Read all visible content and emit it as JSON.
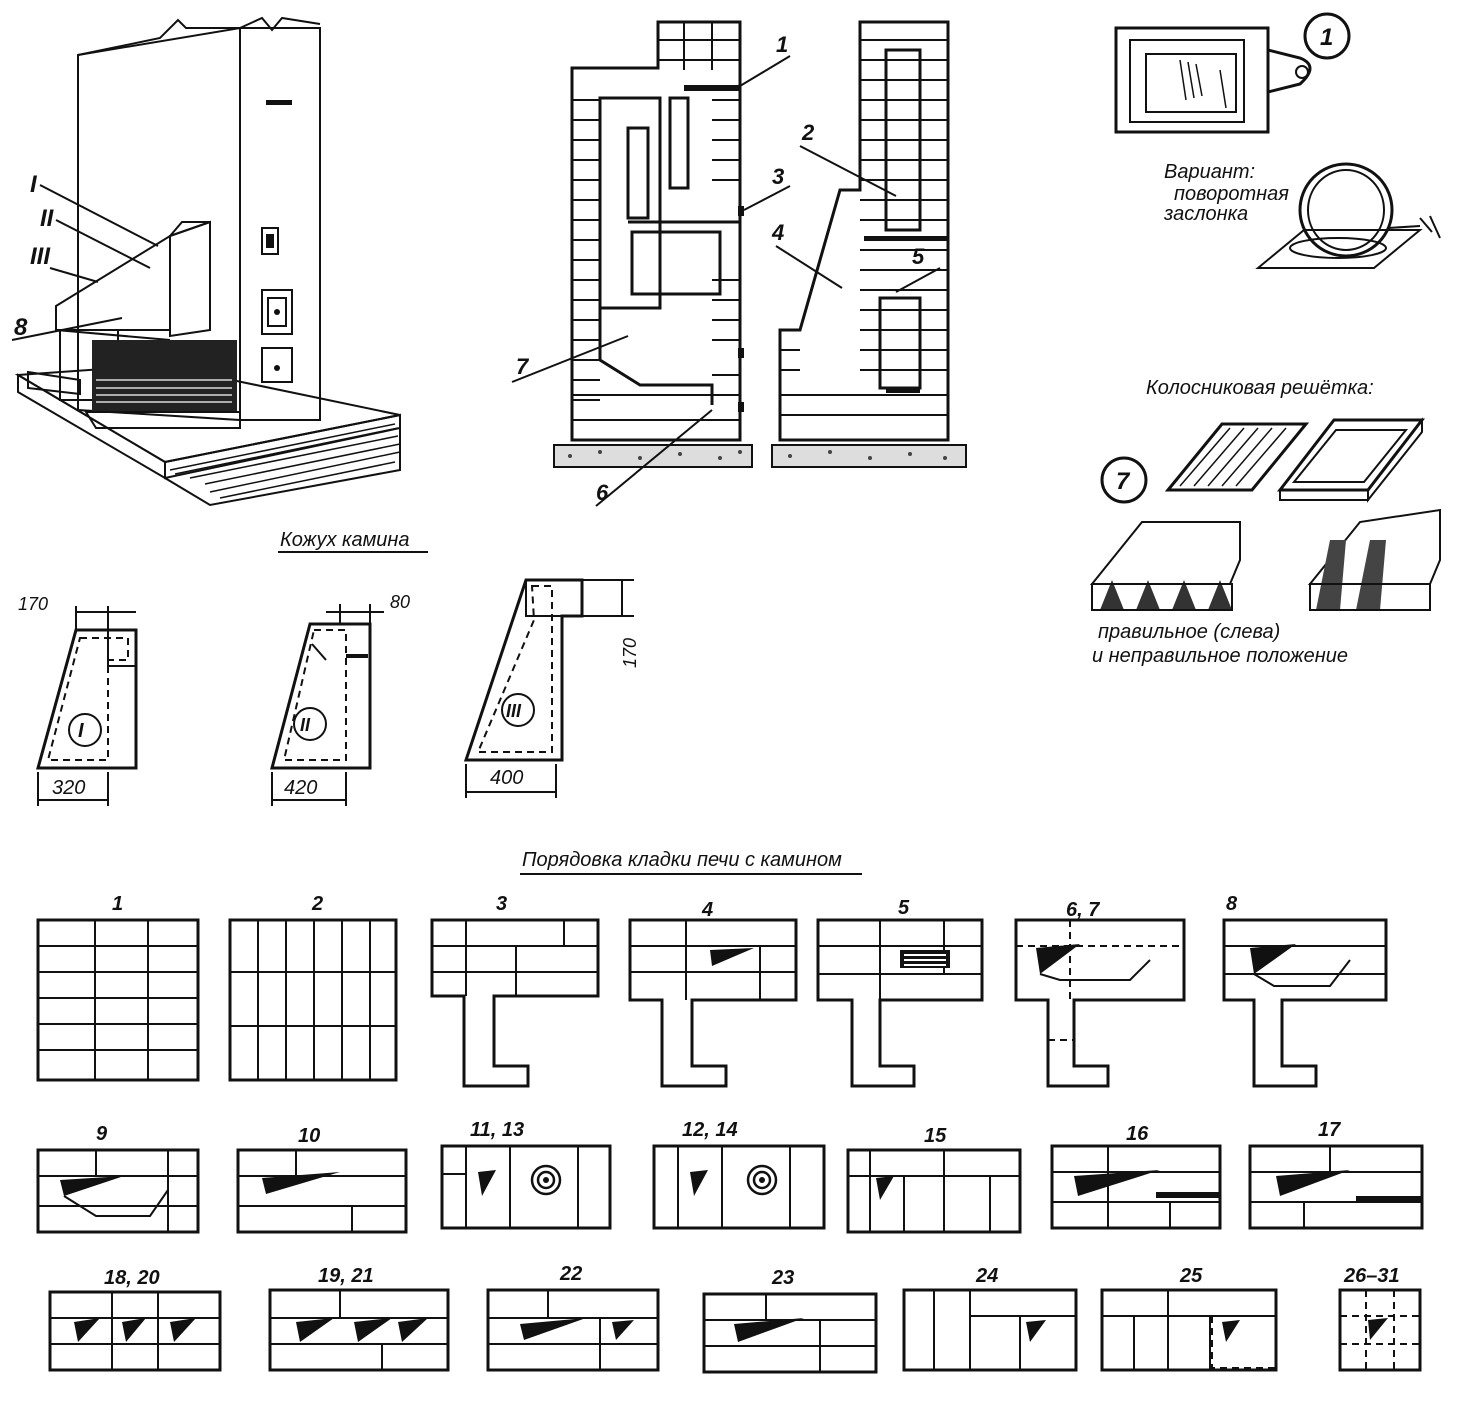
{
  "captions": {
    "casing_title": "Кожух камина",
    "masonry_title": "Порядовка кладки печи с камином",
    "grate_title": "Колосниковая решётка:",
    "variant_line1": "Вариант:",
    "variant_line2": "поворотная",
    "variant_line3": "заслонка",
    "position_line1": "правильное (слева)",
    "position_line2": "и неправильное  положение"
  },
  "perspective_labels": [
    "I",
    "II",
    "III",
    "8"
  ],
  "section_labels": [
    "1",
    "2",
    "3",
    "4",
    "5",
    "6",
    "7"
  ],
  "detail_circles": [
    "1",
    "7"
  ],
  "casing_panels": [
    {
      "roman": "I",
      "top_dim": "170",
      "bottom_dim": "320"
    },
    {
      "roman": "II",
      "top_dim": "80",
      "bottom_dim": "420"
    },
    {
      "roman": "III",
      "side_dim": "170",
      "bottom_dim": "400"
    }
  ],
  "rows": [
    "1",
    "2",
    "3",
    "4",
    "5",
    "6, 7",
    "8",
    "9",
    "10",
    "11, 13",
    "12, 14",
    "15",
    "16",
    "17",
    "18, 20",
    "19, 21",
    "22",
    "23",
    "24",
    "25",
    "26–31"
  ]
}
